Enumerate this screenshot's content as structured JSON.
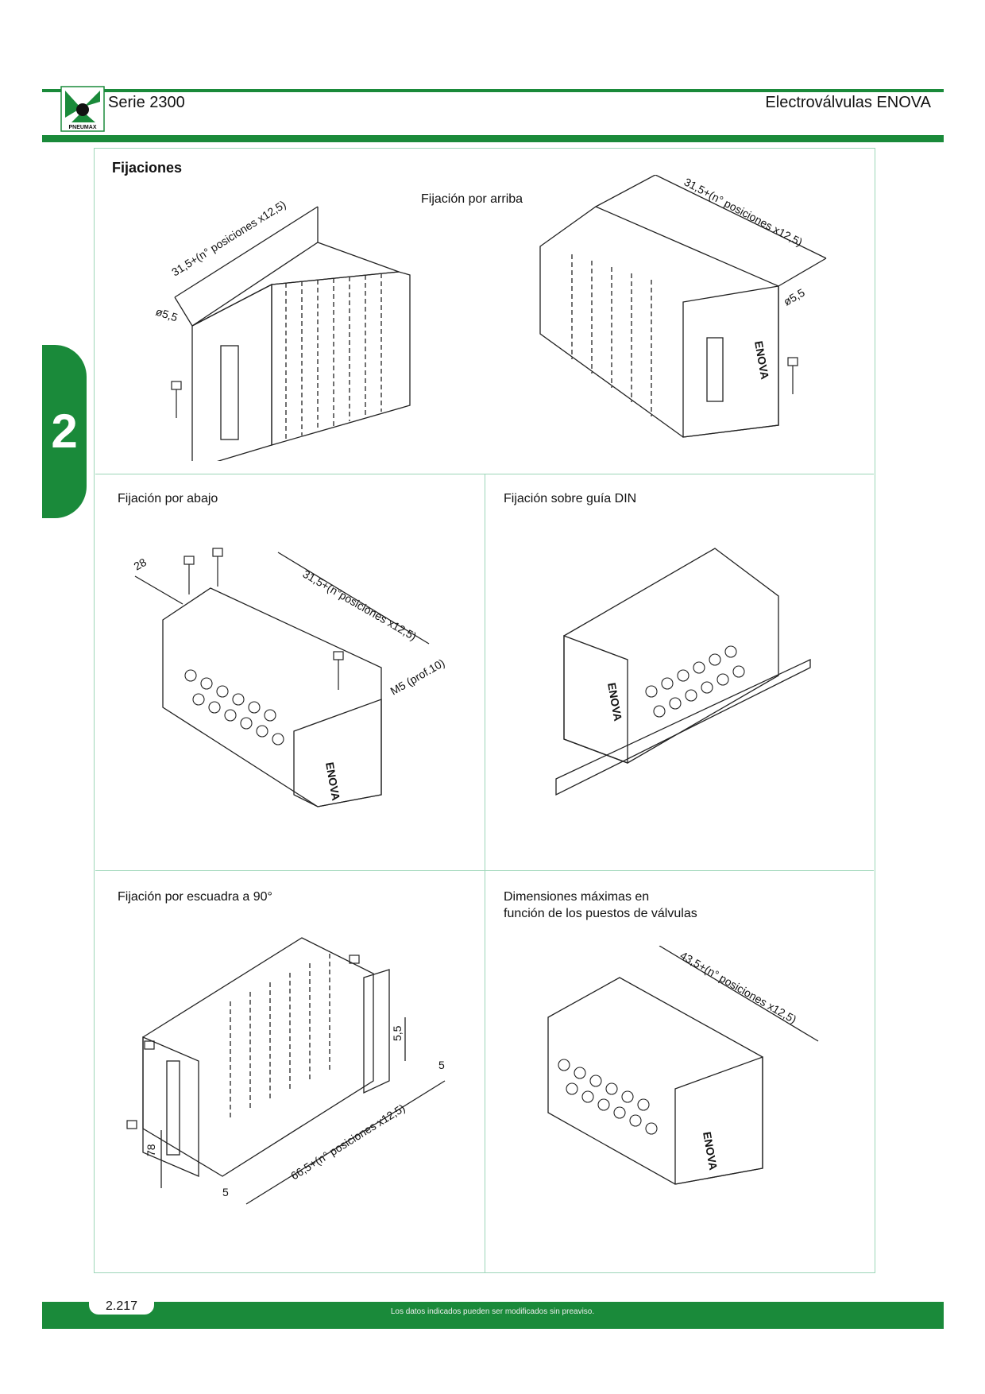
{
  "header": {
    "logo_text": "PNEUMAX",
    "series": "Serie 2300",
    "product": "Electroválvulas ENOVA"
  },
  "chapter_tab": "2",
  "section_title": "Fijaciones",
  "panels": {
    "top": {
      "caption": "Fijación por arriba",
      "dim_left": "31,5+(n° posiciones x12,5)",
      "dim_right": "31,5+(n° posiciones x12,5)",
      "diam_left": "ø5,5",
      "diam_right": "ø5,5"
    },
    "bottom_mount": {
      "caption": "Fijación por abajo",
      "dim_28": "28",
      "dim_len": "31,5+(n°posiciones x12,5)",
      "thread": "M5 (prof.10)"
    },
    "din": {
      "caption": "Fijación sobre guía DIN"
    },
    "bracket": {
      "caption": "Fijación por escuadra a 90°",
      "dim_55": "5,5",
      "dim_5a": "5",
      "dim_5b": "5",
      "dim_78": "78",
      "dim_len": "66,5+(n° posiciones x12,5)"
    },
    "max": {
      "caption_line1": "Dimensiones máximas en",
      "caption_line2": "función de los puestos de válvulas",
      "dim_len": "43,5+(n° posiciones x12,5)"
    }
  },
  "brand_mark": "ENOVA",
  "footer": {
    "page": "2.217",
    "disclaimer": "Los datos indicados pueden ser modificados sin preaviso."
  },
  "colors": {
    "brand_green": "#1a8a3a",
    "frame_green": "#9dd6b8"
  }
}
